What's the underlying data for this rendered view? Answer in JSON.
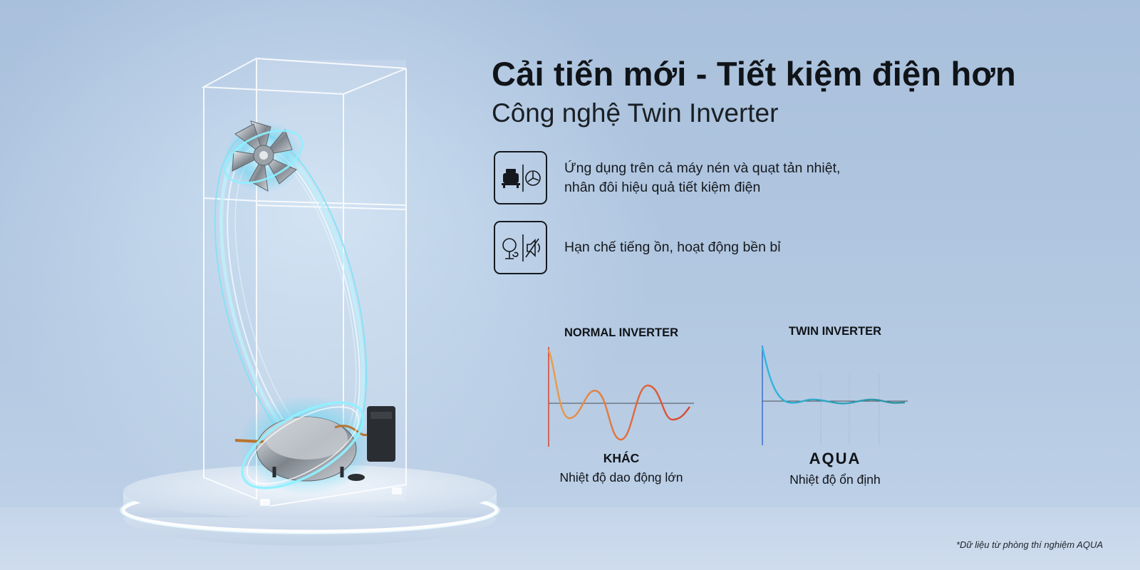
{
  "headline": {
    "title": "Cải tiến mới - Tiết kiệm điện hơn",
    "subtitle": "Công nghệ Twin Inverter"
  },
  "features": [
    {
      "icon": "compressor-fan-icon",
      "lines": [
        "Ứng dụng trên cả máy nén và quạt tản nhiệt,",
        "nhân đôi hiệu quả tiết kiệm điện"
      ]
    },
    {
      "icon": "quiet-durable-icon",
      "lines": [
        "Hạn chế tiếng ồn, hoạt động bền bỉ"
      ]
    }
  ],
  "comparison": {
    "normal": {
      "title": "NORMAL INVERTER",
      "brand": "KHÁC",
      "caption": "Nhiệt độ dao động lớn",
      "colors": [
        "#e8a04a",
        "#d9442f"
      ]
    },
    "twin": {
      "title": "TWIN INVERTER",
      "brand": "AQUA",
      "caption": "Nhiệt độ ổn định",
      "colors": [
        "#2fb8e0",
        "#2c8f9c"
      ]
    }
  },
  "footnote": "*Dữ liệu từ phòng thí nghiệm AQUA",
  "colors": {
    "text": "#101418",
    "background": "#b3c8e1"
  }
}
